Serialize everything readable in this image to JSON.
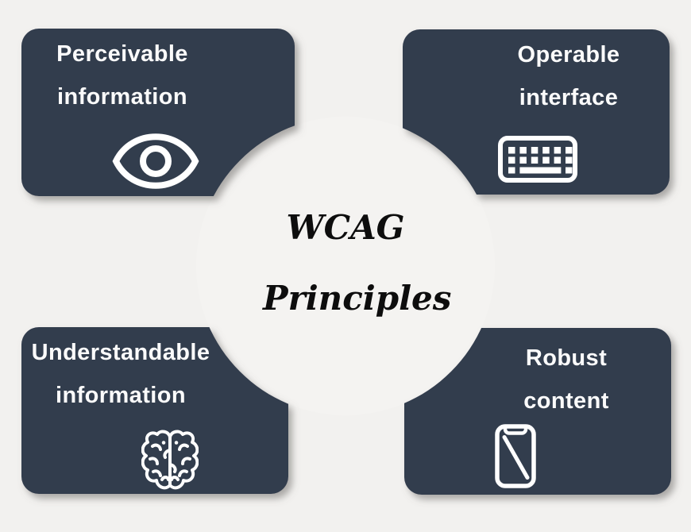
{
  "diagram": {
    "center": {
      "line1": "WCAG",
      "line2": "Principles"
    },
    "cards": [
      {
        "id": "perceivable",
        "line1": "Perceivable",
        "line2": "information",
        "icon": "eye-icon",
        "position": "top-left"
      },
      {
        "id": "operable",
        "line1": "Operable",
        "line2": "interface",
        "icon": "keyboard-icon",
        "position": "top-right"
      },
      {
        "id": "understandable",
        "line1": "Understandable",
        "line2": "information",
        "icon": "brain-icon",
        "position": "bottom-left"
      },
      {
        "id": "robust",
        "line1": "Robust",
        "line2": "content",
        "icon": "smartphone-icon",
        "position": "bottom-right"
      }
    ]
  },
  "colors": {
    "page_bg": "#f2f1ef",
    "circle_bg": "#f4f3f1",
    "card_bg": "#313c4e",
    "card_text": "#fbfbfb",
    "icon_stroke": "#ffffff",
    "center_text": "#0d0d0d"
  }
}
